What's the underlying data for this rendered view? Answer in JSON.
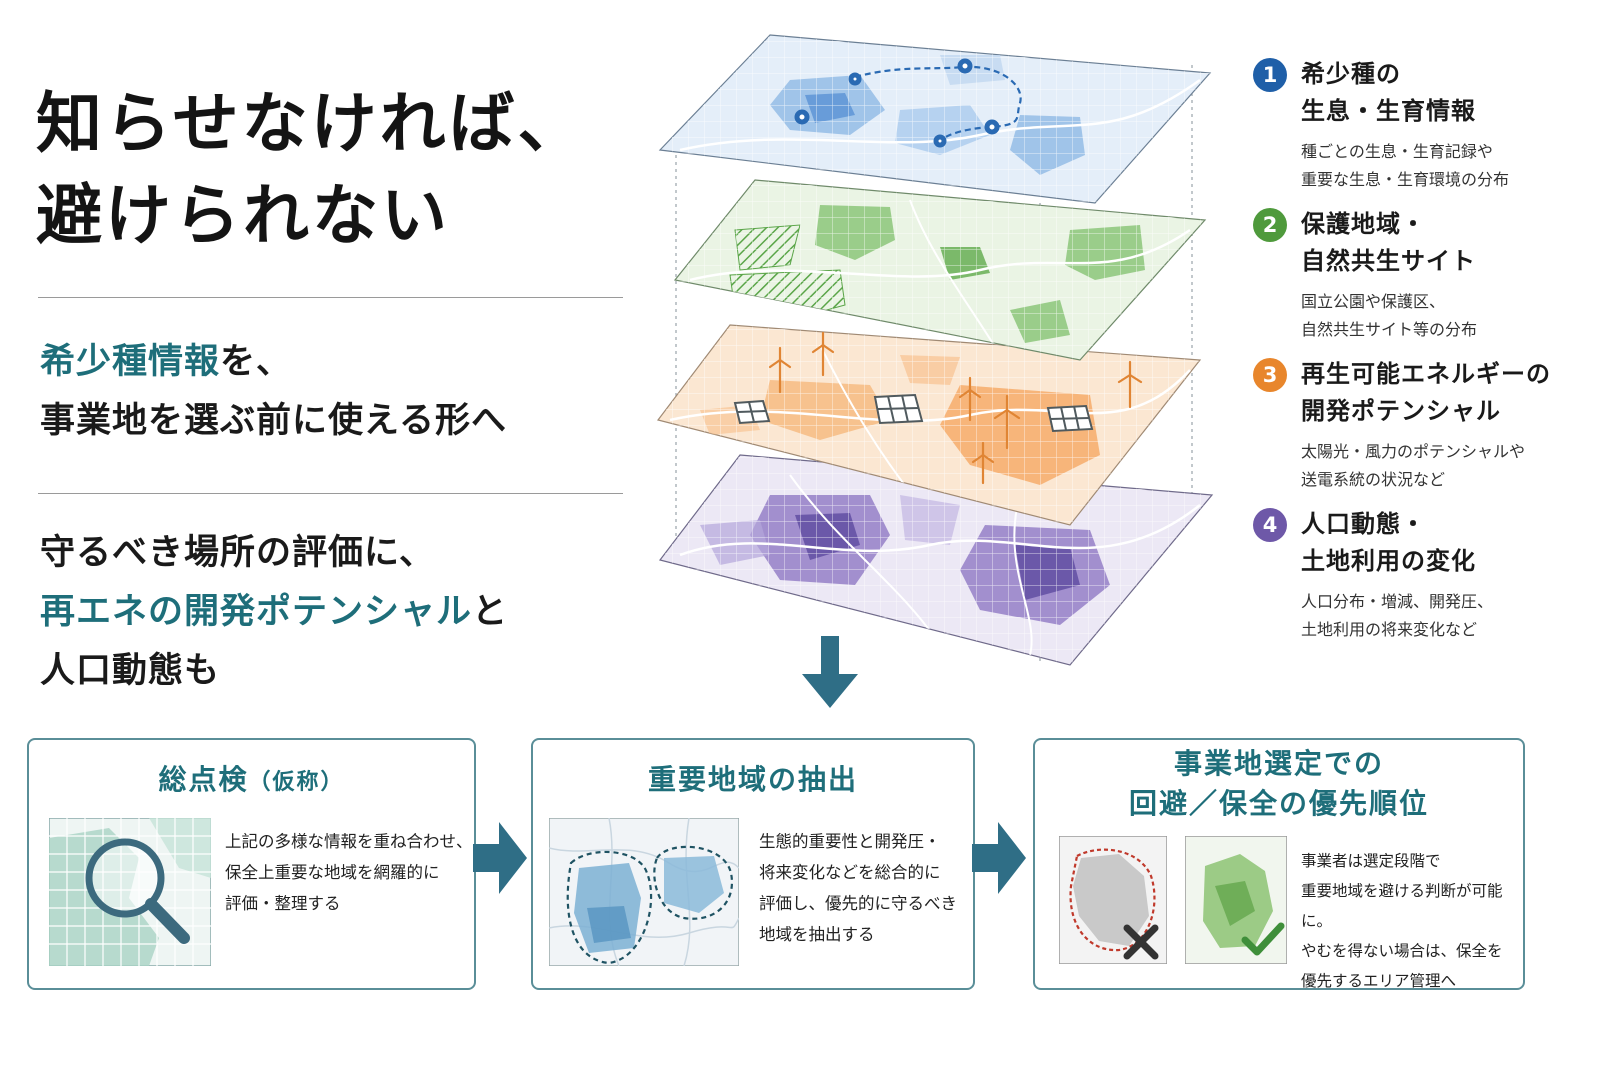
{
  "headline": {
    "line1": "知らせなければ、",
    "line2": "避けられない"
  },
  "sub1": {
    "highlight": "希少種情報",
    "rest1": "を、",
    "line2": "事業地を選ぶ前に使える形へ"
  },
  "sub2": {
    "line1": "守るべき場所の評価に、",
    "highlight": "再エネの開発ポテンシャル",
    "rest2": "と",
    "line3": "人口動態も"
  },
  "layers": [
    {
      "num": "1",
      "title1": "希少種の",
      "title2": "生息・生育情報",
      "desc1": "種ごとの生息・生育記録や",
      "desc2": "重要な生息・生育環境の分布",
      "color": "#1f5fa8"
    },
    {
      "num": "2",
      "title1": "保護地域・",
      "title2": "自然共生サイト",
      "desc1": "国立公園や保護区、",
      "desc2": "自然共生サイト等の分布",
      "color": "#4f9a3c"
    },
    {
      "num": "3",
      "title1": "再生可能エネルギーの",
      "title2": "開発ポテンシャル",
      "desc1": "太陽光・風力のポテンシャルや",
      "desc2": "送電系統の状況など",
      "color": "#e8862c"
    },
    {
      "num": "4",
      "title1": "人口動態・",
      "title2": "土地利用の変化",
      "desc1": "人口分布・増減、開発圧、",
      "desc2": "土地利用の将来変化など",
      "color": "#6e58a8"
    }
  ],
  "steps": [
    {
      "title": "総点検",
      "title_suffix": "（仮称）",
      "desc": [
        "上記の多様な情報を重ね合わせ、",
        "保全上重要な地域を網羅的に",
        "評価・整理する"
      ]
    },
    {
      "title": "重要地域の抽出",
      "desc": [
        "生態的重要性と開発圧・",
        "将来変化などを総合的に",
        "評価し、優先的に守るべき",
        "地域を抽出する"
      ]
    },
    {
      "title1": "事業地選定での",
      "title2": "回避／保全の優先順位",
      "desc": [
        "事業者は選定段階で",
        "重要地域を避ける判断が可能に。",
        "やむを得ない場合は、保全を",
        "優先するエリア管理へ"
      ]
    }
  ],
  "colors": {
    "accent": "#1e6e7a",
    "arrow": "#2f6e86",
    "box_border": "#5a8e98"
  }
}
